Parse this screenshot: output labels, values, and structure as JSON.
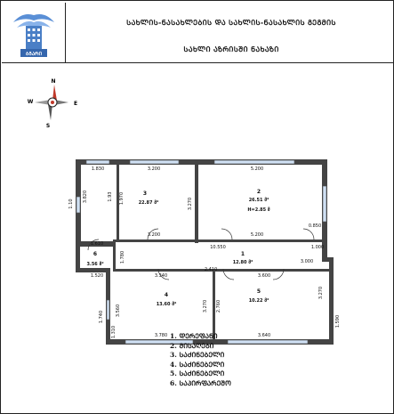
{
  "header": {
    "logo_text": "ᲑᲒᲐᲠᲘ",
    "title_line1": "ᲡᲐᲮᲚᲘᲡ-ᲜᲐᲡᲐᲮᲚᲔᲑᲘᲡ ᲓᲐ ᲡᲐᲮᲚᲘᲡ-ᲜᲐᲡᲐᲮᲚᲘᲡ ᲒᲔᲒᲛᲘᲡ",
    "title_line2": "ᲡᲐᲮᲚᲘ ᲐᲖᲠᲘᲡᲨᲘ ᲜᲐᲮᲐᲖᲘ"
  },
  "compass": {
    "n": "N",
    "e": "E",
    "s": "S",
    "w": "W"
  },
  "rooms": [
    {
      "num": "1",
      "area": "12.80 მ²"
    },
    {
      "num": "2",
      "area": "26.51 მ²",
      "height": "H=2.85 მ"
    },
    {
      "num": "3",
      "area": "22.87 მ²"
    },
    {
      "num": "4",
      "area": "13.60 მ²"
    },
    {
      "num": "5",
      "area": "10.22 მ²"
    },
    {
      "num": "6",
      "area": "3.56 მ²"
    }
  ],
  "dimensions": {
    "top_left": "1.830",
    "top_mid": "3.200",
    "top_right": "5.200",
    "left_a": "1.10",
    "left_b": "3.820",
    "wall_a": "1.93",
    "wall_b": "1.970",
    "room3_w": "3.200",
    "room3_h": "3.270",
    "room2_h": "0.850",
    "room2_b": "5.200",
    "corr_top": "10.550",
    "corr_mid": "2.410",
    "corr_r": "3.000",
    "corr_small": "1.000",
    "r6_w": "1.610",
    "r6_h": "1.780",
    "r6_b": "1.520",
    "r4_top": "3.340",
    "r4_h": "3.560",
    "r4_r": "3.270",
    "r4_b": "3.780",
    "r5_top": "3.600",
    "r5_h": "2.760",
    "r5_b": "3.640",
    "r5_r": "3.270",
    "left_low": "1.740",
    "left_low2": "1.310",
    "right_low": "1.590"
  },
  "legend": [
    "1. ᲓᲔᲠᲔᲤᲐᲜᲘ",
    "2. ᲛᲘᲡᲐᲦᲔᲑᲘ",
    "3. ᲡᲐᲫᲘᲜᲔᲑᲔᲚᲘ",
    "4. ᲡᲐᲫᲘᲜᲔᲑᲔᲚᲘ",
    "5. ᲡᲐᲫᲘᲜᲔᲑᲔᲚᲘ",
    "6. ᲡᲐᲞᲘᲠᲤᲐᲠᲔᲨᲝ"
  ]
}
